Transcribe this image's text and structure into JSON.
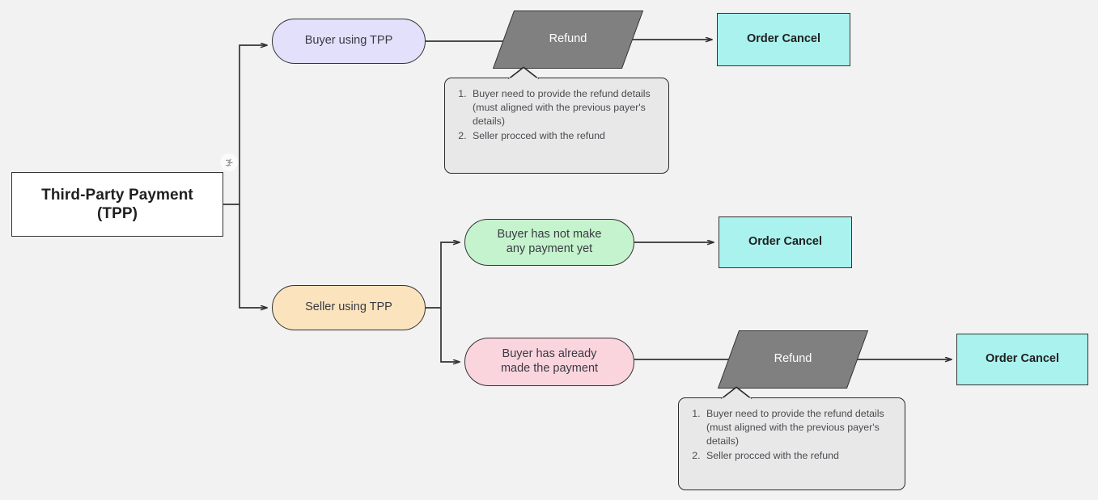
{
  "diagram": {
    "title": "Third-Party Payment (TPP) order cancellation flow",
    "background_color": "#f2f2f3",
    "edge_color": "#333333",
    "nodes": {
      "root": {
        "label": "Third-Party Payment\n(TPP)",
        "line1": "Third-Party Payment",
        "line2": "(TPP)",
        "shape": "rectangle",
        "fill": "#ffffff",
        "stroke": "#333333"
      },
      "buyer_tpp": {
        "label": "Buyer using TPP",
        "shape": "stadium",
        "fill": "#e3e0fb",
        "stroke": "#333333"
      },
      "seller_tpp": {
        "label": "Seller using TPP",
        "shape": "stadium",
        "fill": "#fbe4bd",
        "stroke": "#333333"
      },
      "no_payment": {
        "label": "Buyer has not make any payment yet",
        "line1": "Buyer has not make",
        "line2": "any payment yet",
        "shape": "stadium",
        "fill": "#c5f3cd",
        "stroke": "#333333"
      },
      "already_paid": {
        "label": "Buyer has already made the payment",
        "line1": "Buyer has already",
        "line2": "made the payment",
        "shape": "stadium",
        "fill": "#fbd5dd",
        "stroke": "#333333"
      },
      "refund_1": {
        "label": "Refund",
        "shape": "parallelogram",
        "fill": "#808080",
        "stroke": "#333333",
        "text_color": "#ffffff"
      },
      "refund_2": {
        "label": "Refund",
        "shape": "parallelogram",
        "fill": "#808080",
        "stroke": "#333333",
        "text_color": "#ffffff"
      },
      "cancel_1": {
        "label": "Order Cancel",
        "shape": "rectangle",
        "fill": "#aaf2ee",
        "stroke": "#333333"
      },
      "cancel_2": {
        "label": "Order Cancel",
        "shape": "rectangle",
        "fill": "#aaf2ee",
        "stroke": "#333333"
      },
      "cancel_3": {
        "label": "Order Cancel",
        "shape": "rectangle",
        "fill": "#aaf2ee",
        "stroke": "#333333"
      }
    },
    "notes": {
      "note_1": {
        "items": [
          "Buyer need to provide the refund details (must aligned with the previous payer's details)",
          "Seller procced with the refund"
        ],
        "fill": "#e8e8e8",
        "stroke": "#2b2b2b"
      },
      "note_2": {
        "items": [
          "Buyer need to provide the refund details (must aligned with the previous payer's details)",
          "Seller procced with the refund"
        ],
        "fill": "#e8e8e8",
        "stroke": "#2b2b2b"
      }
    },
    "badge": {
      "icon": "mermaid-flash-icon",
      "label": ""
    }
  }
}
